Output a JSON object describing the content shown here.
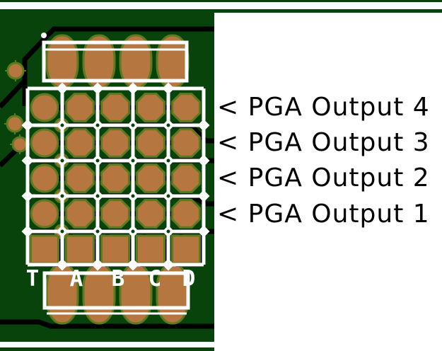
{
  "board": {
    "colors": {
      "background": "#ffffff",
      "board_green": "#07430a",
      "copper": "#b5773f",
      "pad_ring": "#5e7a20",
      "silkscreen": "#ffffff",
      "trace_black": "#000000",
      "annotation_text": "#000000"
    },
    "silkscreen": {
      "column_labels": [
        "T",
        "A",
        "B",
        "C",
        "D"
      ]
    },
    "grid": {
      "columns": 5,
      "octagon_rows": 4,
      "square_rows": 1
    },
    "connectors": {
      "top_pad_count": 4,
      "bottom_pad_count": 4
    }
  },
  "annotations": {
    "lines": [
      {
        "id": "pga-output-4",
        "text": "< PGA Output 4"
      },
      {
        "id": "pga-output-3",
        "text": "< PGA Output 3"
      },
      {
        "id": "pga-output-2",
        "text": "< PGA Output 2"
      },
      {
        "id": "pga-output-1",
        "text": "< PGA Output 1"
      }
    ]
  }
}
